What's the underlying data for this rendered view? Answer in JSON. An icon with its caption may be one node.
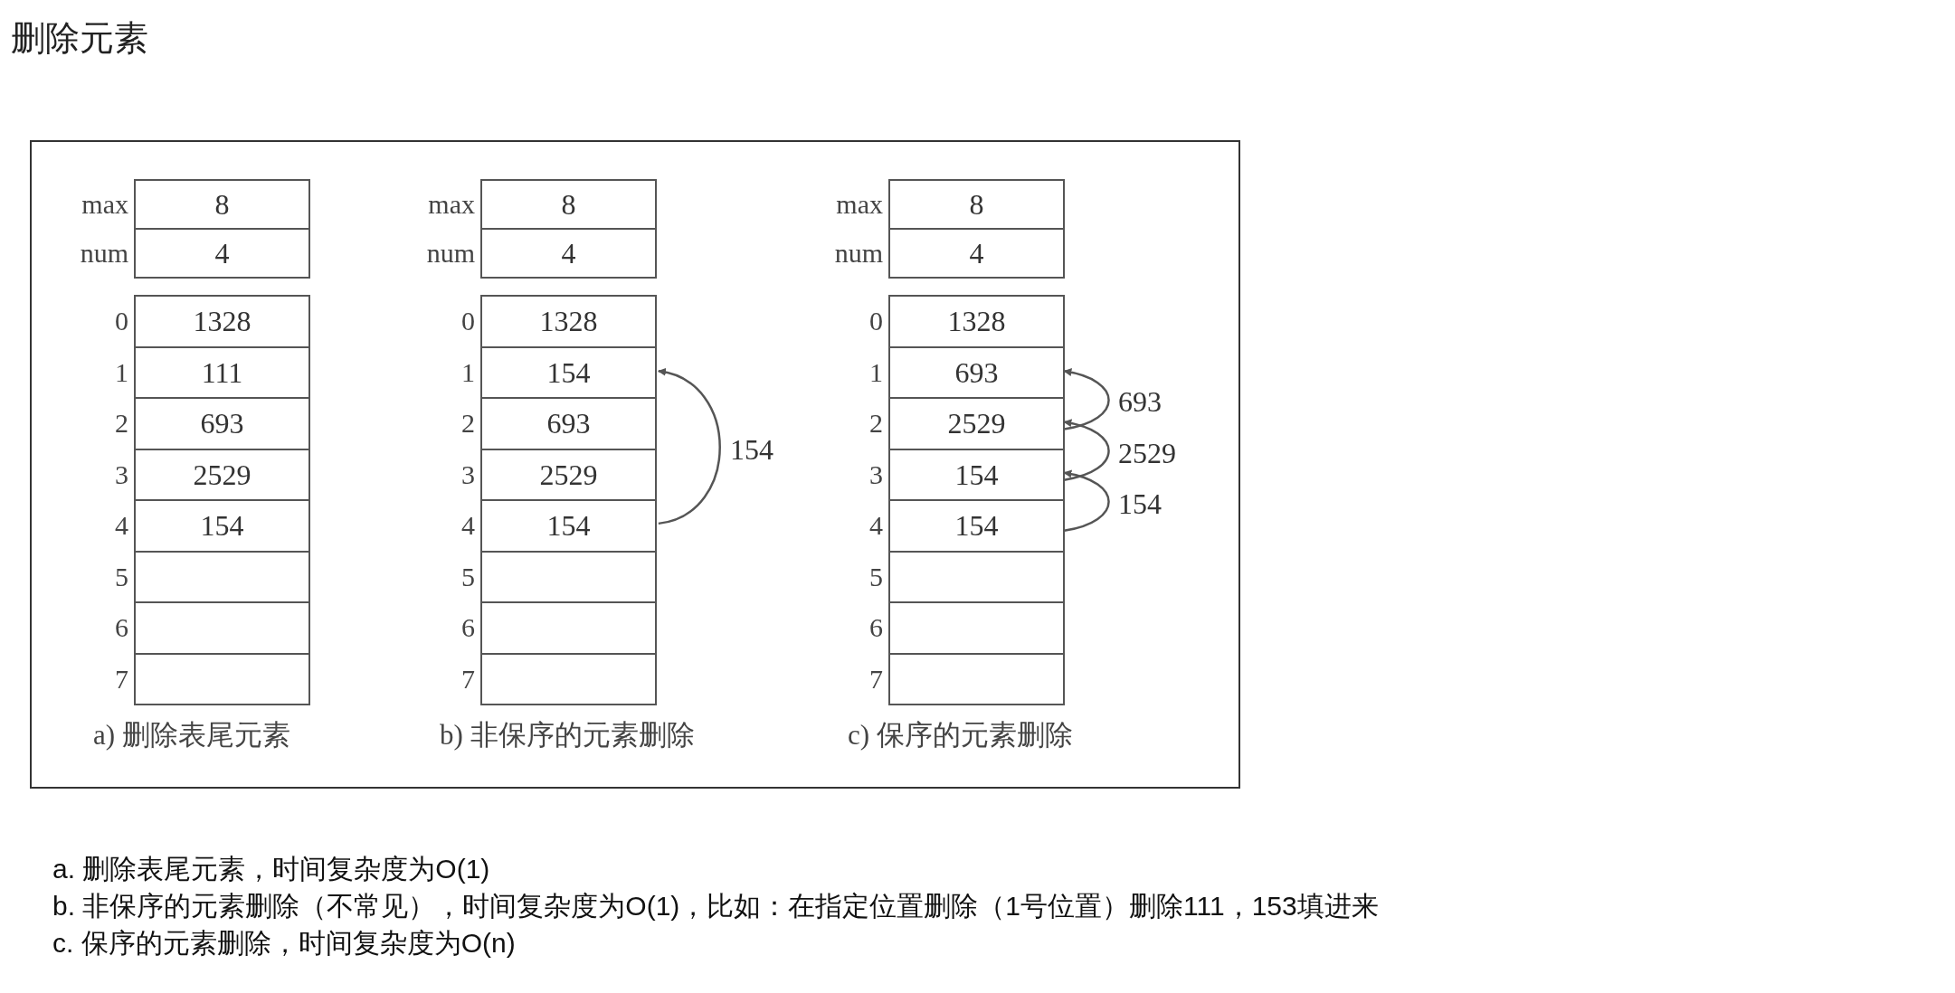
{
  "diagram": {
    "title": "删除元素",
    "nodes": [
      {
        "text": [
          "8"
        ],
        "beside": [
          "max"
        ]
      },
      {
        "text": [
          "4"
        ],
        "beside": [
          "num"
        ]
      },
      {
        "text": [
          "1328"
        ],
        "beside": [
          "0"
        ]
      },
      {
        "text": [
          "111"
        ],
        "beside": [
          "1"
        ]
      },
      {
        "text": [
          "693"
        ],
        "beside": [
          "2"
        ]
      },
      {
        "text": [
          "2529"
        ],
        "beside": [
          "3"
        ]
      },
      {
        "text": [
          "154"
        ],
        "beside": [
          "4"
        ]
      },
      {
        "text": [],
        "shape": "box",
        "beside": [
          "5"
        ]
      },
      {
        "text": [],
        "shape": "box",
        "beside": [
          "6"
        ]
      },
      {
        "text": [],
        "shape": "box",
        "beside": [
          "7"
        ]
      },
      {
        "text": [
          "8"
        ],
        "beside": [
          "max"
        ]
      },
      {
        "text": [
          "4"
        ],
        "beside": [
          "num"
        ]
      },
      {
        "text": [
          "1328"
        ],
        "beside": [
          "0"
        ]
      },
      {
        "text": [
          "154"
        ],
        "beside": [
          "1"
        ]
      },
      {
        "text": [
          "693"
        ],
        "beside": [
          "2"
        ]
      },
      {
        "text": [
          "2529"
        ],
        "beside": [
          "3"
        ]
      },
      {
        "text": [
          "154"
        ],
        "beside": [
          "4"
        ]
      },
      {
        "text": [],
        "shape": "box",
        "beside": [
          "5"
        ]
      },
      {
        "text": [],
        "shape": "box",
        "beside": [
          "6"
        ]
      },
      {
        "text": [],
        "shape": "box",
        "beside": [
          "7"
        ]
      },
      {
        "text": [
          "8"
        ],
        "beside": [
          "max"
        ]
      },
      {
        "text": [
          "4"
        ],
        "beside": [
          "num"
        ]
      },
      {
        "text": [
          "1328"
        ],
        "beside": [
          "0"
        ]
      },
      {
        "text": [
          "693"
        ],
        "beside": [
          "1"
        ]
      },
      {
        "text": [
          "2529"
        ],
        "beside": [
          "2"
        ]
      },
      {
        "text": [
          "154"
        ],
        "beside": [
          "3"
        ]
      },
      {
        "text": [
          "154"
        ],
        "beside": [
          "4"
        ]
      },
      {
        "text": [],
        "shape": "box",
        "beside": [
          "5"
        ]
      },
      {
        "text": [],
        "shape": "box",
        "beside": [
          "6"
        ]
      },
      {
        "text": [],
        "shape": "box",
        "beside": [
          "7"
        ]
      }
    ],
    "edges": [
      {
        "from": 16,
        "to": 13,
        "arrow": "to",
        "label": "154"
      },
      {
        "from": 24,
        "to": 23,
        "arrow": "to",
        "label": "693"
      },
      {
        "from": 25,
        "to": 24,
        "arrow": "to",
        "label": "2529"
      },
      {
        "from": 26,
        "to": 25,
        "arrow": "to",
        "label": "154"
      }
    ],
    "labels": [
      "a) 删除表尾元素",
      "b) 非保序的元素删除",
      "c) 保序的元素删除",
      "a. 删除表尾元素，时间复杂度为O(1)",
      "b. 非保序的元素删除（不常见），时间复杂度为O(1)，比如：在指定位置删除（1号位置）删除111，153填进来",
      "c. 保序的元素删除，时间复杂度为O(n)"
    ]
  }
}
